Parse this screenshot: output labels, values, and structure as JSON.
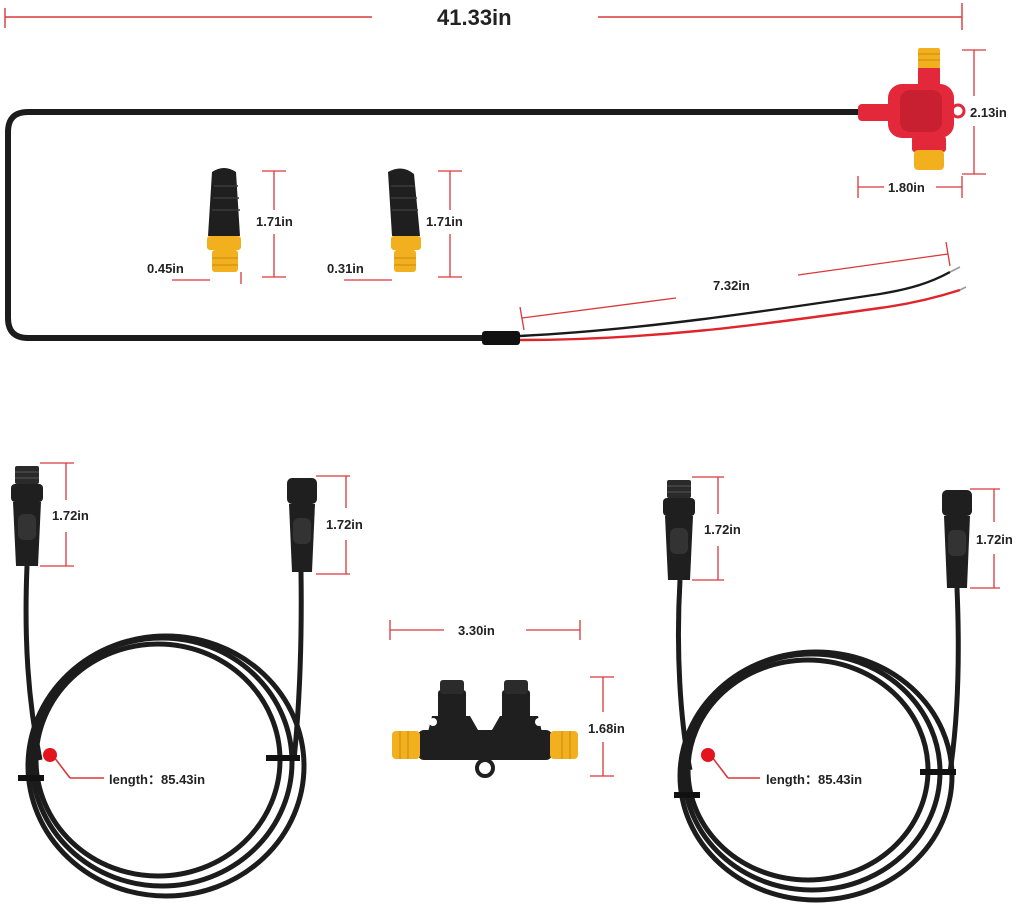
{
  "colors": {
    "dimension_line": "#d9383a",
    "cable": "#1c1c1c",
    "connector_body": "#1f1f1f",
    "connector_thread": "#f2b01e",
    "tee_red": "#e3283c",
    "wire_red": "#e0242b",
    "marker_dot": "#e3141e",
    "text": "#222222"
  },
  "labels": {
    "overall_length": "41.33in",
    "tee_height": "2.13in",
    "tee_width": "1.80in",
    "terminator_a_height": "1.71in",
    "terminator_a_width": "0.45in",
    "terminator_b_height": "1.71in",
    "terminator_b_width": "0.31in",
    "wire_length": "7.32in",
    "cable1_end1": "1.72in",
    "cable1_end2": "1.72in",
    "cable1_length": "length：85.43in",
    "tconnector_width": "3.30in",
    "tconnector_height": "1.68in",
    "cable2_end1": "1.72in",
    "cable2_end2": "1.72in",
    "cable2_length": "length：85.43in"
  }
}
